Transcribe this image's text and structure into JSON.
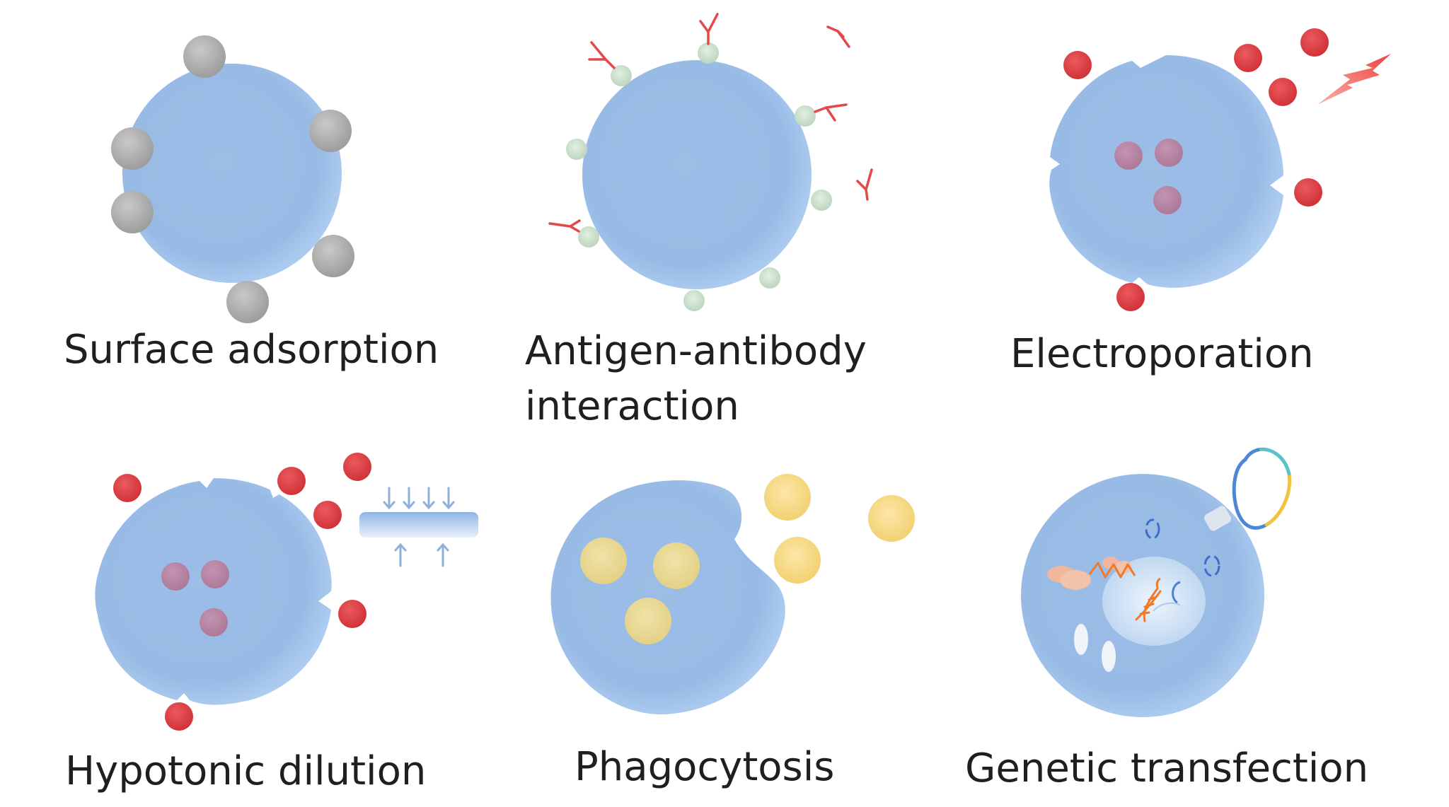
{
  "labels": {
    "surface_adsorption": "Surface adsorption",
    "antigen_antibody_line1": "Antigen-antibody",
    "antigen_antibody_line2": "interaction",
    "electroporation": "Electroporation",
    "hypotonic_dilution": "Hypotonic dilution",
    "phagocytosis": "Phagocytosis",
    "genetic_transfection": "Genetic transfection"
  },
  "colors": {
    "cell": "#9cbfe7",
    "cell_edge": "#b8d3f1",
    "gray_particle": "#a9a9a9",
    "antigen": "#cfe2cf",
    "antibody": "#e24a4a",
    "red_particle": "#d9383c",
    "yellow_particle": "#f7dd8a",
    "lightning": "#ef3b3b",
    "nucleus": "#d9e8f7",
    "dna": "#f07a2a",
    "text": "#1f1f1f"
  },
  "icons": [
    "lightning-icon",
    "pressure-arrows-icon",
    "dna-helix-icon",
    "plasmid-icon"
  ]
}
